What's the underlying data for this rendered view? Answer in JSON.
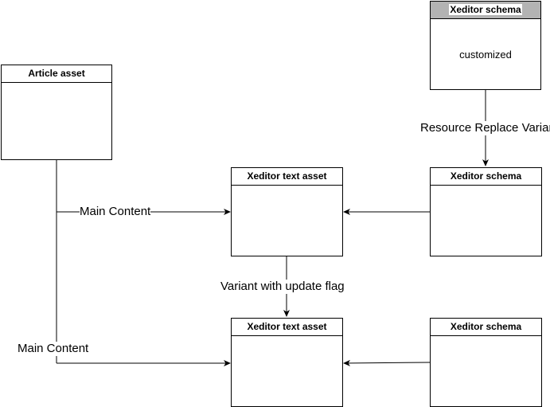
{
  "nodes": {
    "article_asset": {
      "title": "Article asset"
    },
    "schema_top": {
      "title": "Xeditor schema",
      "body": "customized"
    },
    "text_asset_1": {
      "title": "Xeditor text asset"
    },
    "schema_mid": {
      "title": "Xeditor schema"
    },
    "text_asset_2": {
      "title": "Xeditor text asset"
    },
    "schema_bottom": {
      "title": "Xeditor schema"
    }
  },
  "edges": {
    "main_content_1": "Main Content",
    "main_content_2": "Main Content",
    "resource_replace": "Resource Replace Variant",
    "variant_update": "Variant with update flag"
  },
  "colors": {
    "stroke": "#000000",
    "header_fill": "#b3b3b3",
    "background": "#ffffff"
  }
}
